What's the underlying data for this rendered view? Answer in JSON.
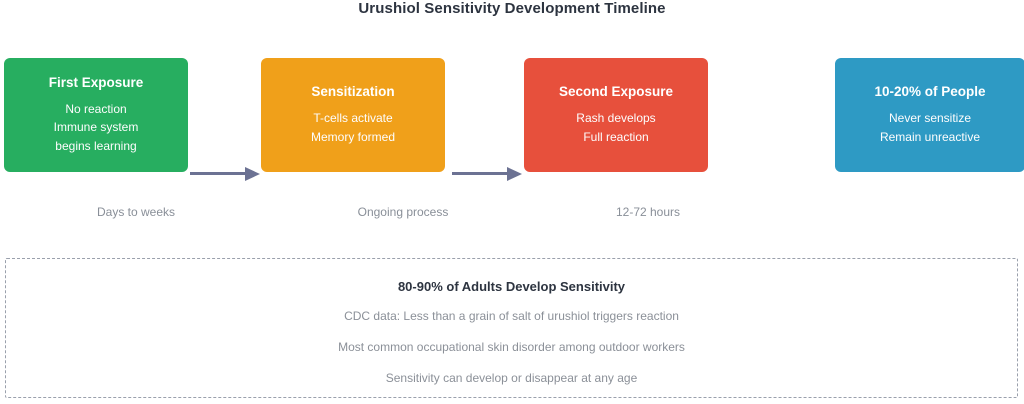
{
  "title": "Urushiol Sensitivity Development Timeline",
  "colors": {
    "stage_first_exposure": "#27ae60",
    "stage_sensitization": "#f0a01a",
    "stage_second_exposure": "#e7503c",
    "stage_never_sensitize": "#2e9ac4",
    "arrow": "#6c7293",
    "title_text": "#2d3440",
    "muted_text": "#8b9098",
    "dashed_border": "#9aa0ac",
    "background": "#ffffff"
  },
  "stages": [
    {
      "title": "First Exposure",
      "lines": [
        "No reaction",
        "Immune system",
        "begins learning"
      ],
      "color": "#27ae60",
      "duration": "Days to weeks"
    },
    {
      "title": "Sensitization",
      "lines": [
        "T-cells activate",
        "Memory formed"
      ],
      "color": "#f0a01a",
      "duration": "Ongoing process"
    },
    {
      "title": "Second Exposure",
      "lines": [
        "Rash develops",
        "Full reaction"
      ],
      "color": "#e7503c",
      "duration": "12-72 hours"
    },
    {
      "title": "10-20% of People",
      "lines": [
        "Never sensitize",
        "Remain unreactive"
      ],
      "color": "#2e9ac4",
      "duration": ""
    }
  ],
  "footer": {
    "heading": "80-90% of Adults Develop Sensitivity",
    "facts": [
      "CDC data: Less than a grain of salt of urushiol triggers reaction",
      "Most common occupational skin disorder among outdoor workers",
      "Sensitivity can develop or disappear at any age"
    ]
  }
}
